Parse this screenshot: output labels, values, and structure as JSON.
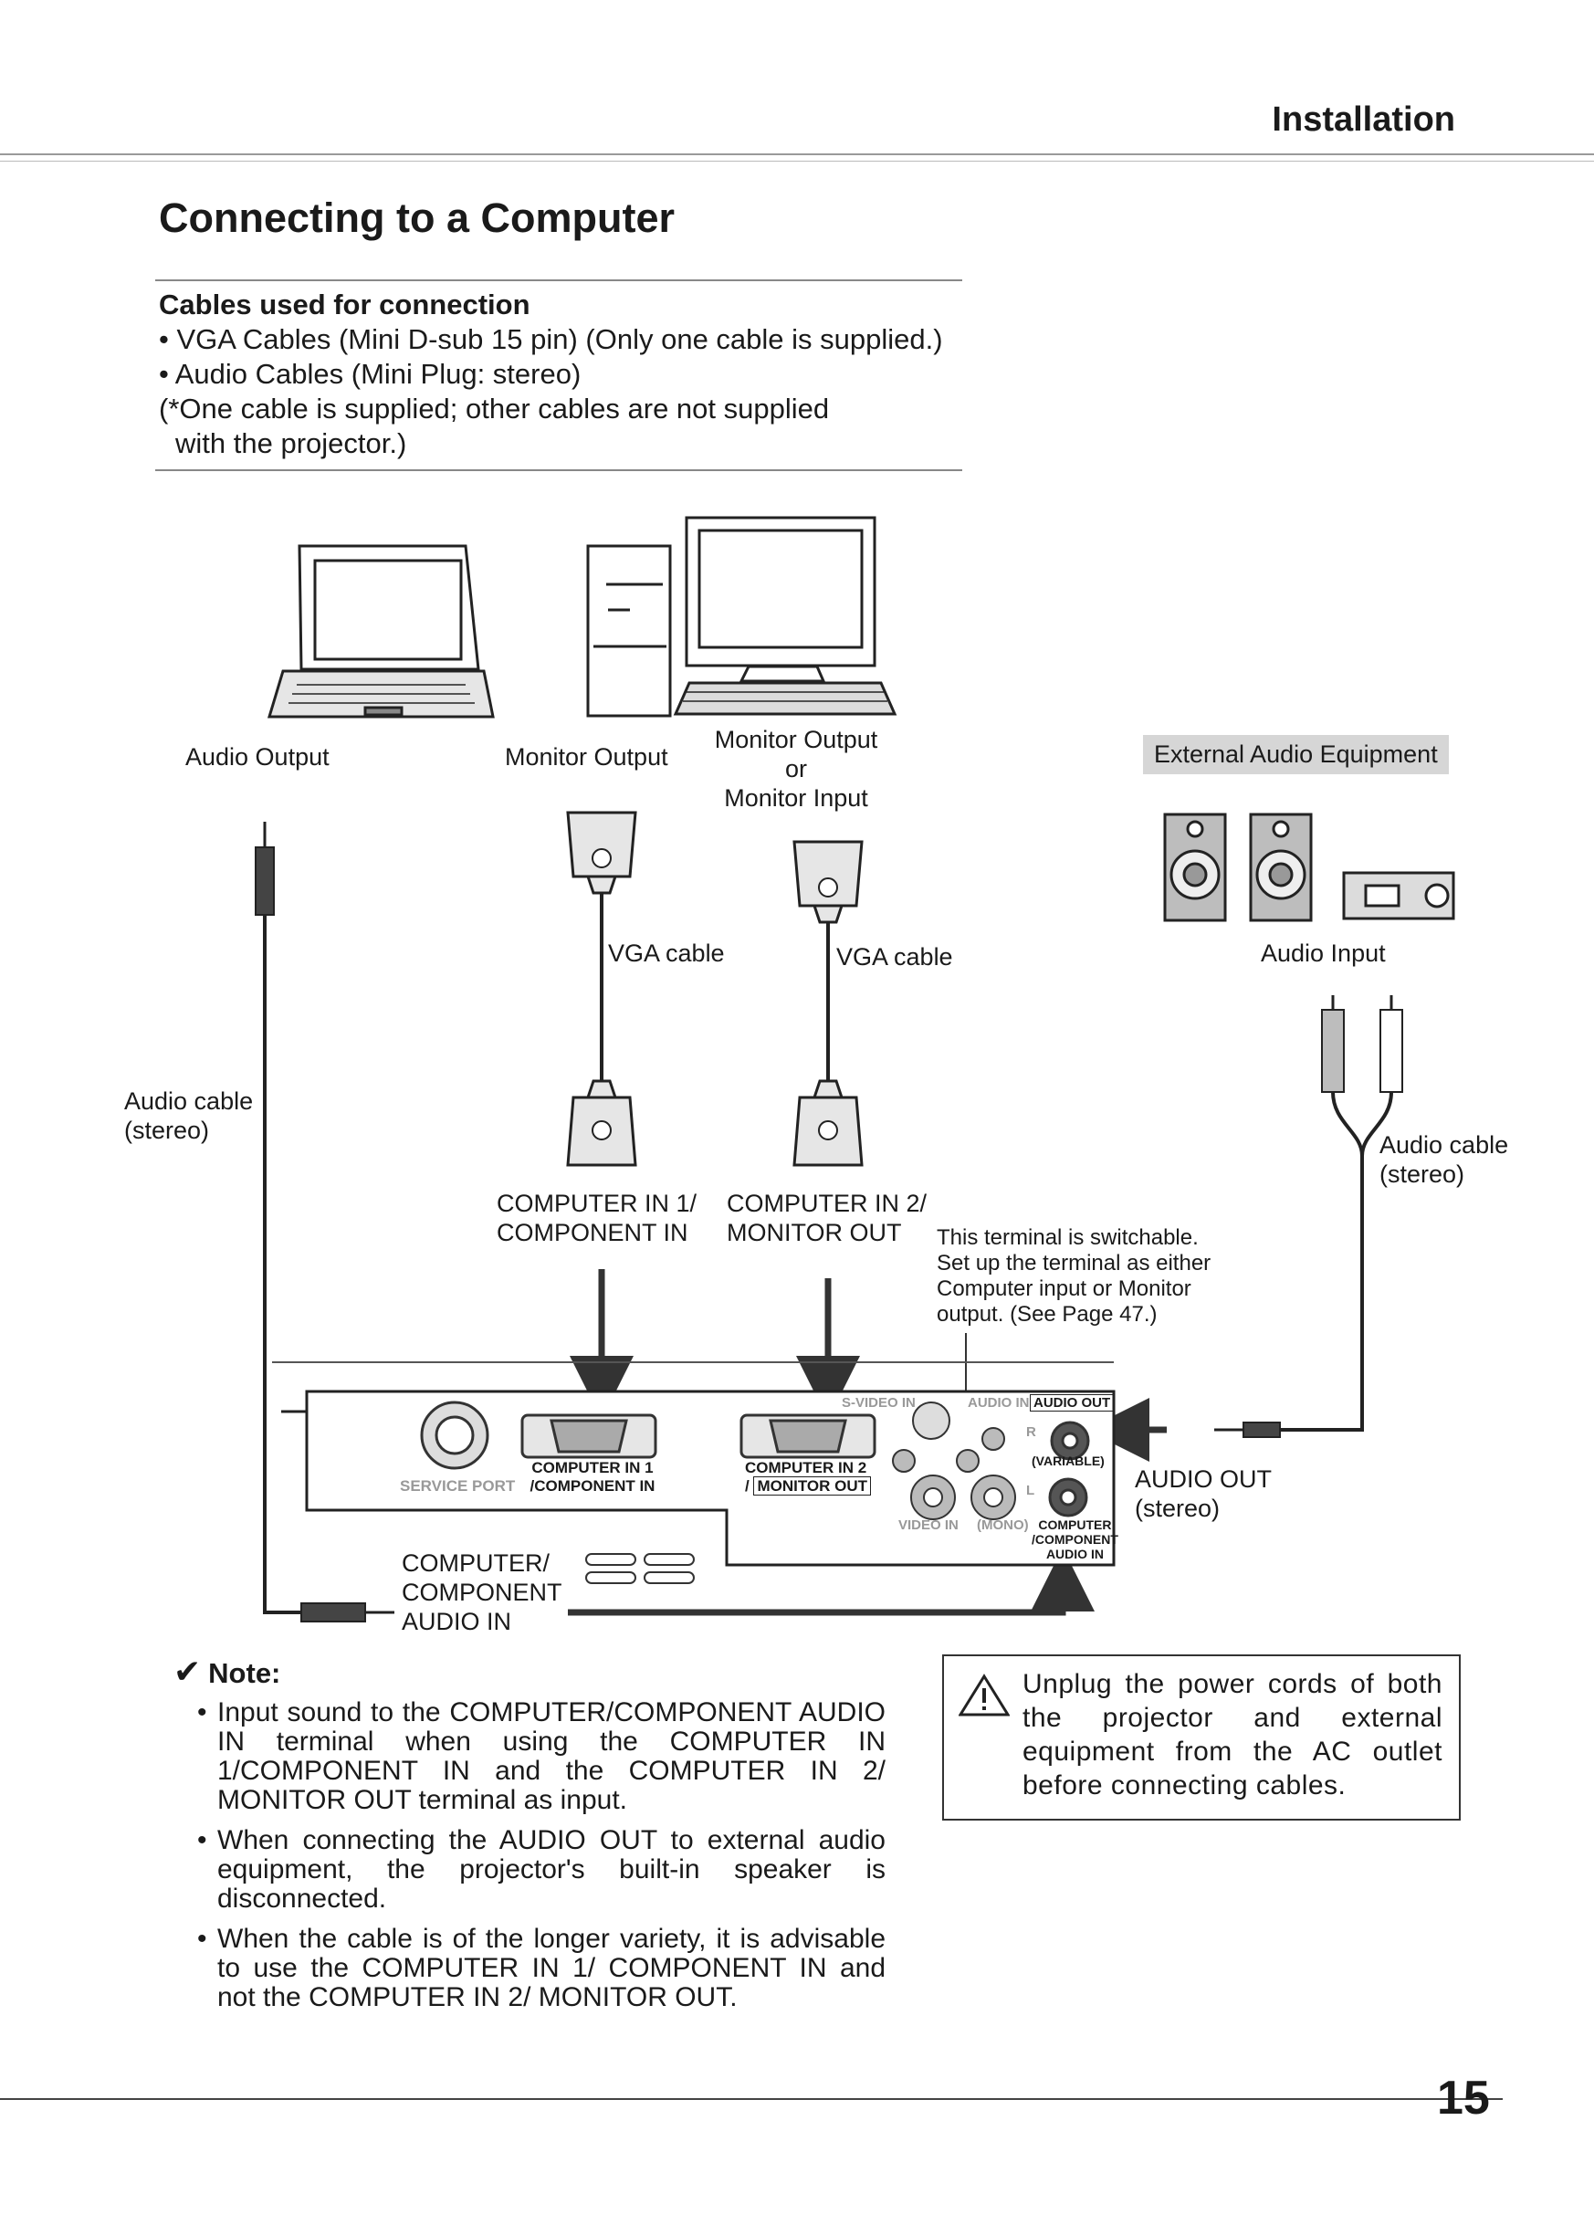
{
  "header": {
    "section": "Installation"
  },
  "title": "Connecting to a Computer",
  "cables": {
    "heading": "Cables used for connection",
    "line1": "• VGA Cables (Mini D-sub 15 pin) (Only one cable is supplied.)",
    "line2": "• Audio Cables (Mini Plug: stereo)",
    "line3": "(*One cable is supplied; other cables are not supplied",
    "line4": "with the projector.)"
  },
  "diagram": {
    "audio_output": "Audio Output",
    "monitor_output": "Monitor Output",
    "monitor_output_or_input": [
      "Monitor Output",
      "or",
      "Monitor Input"
    ],
    "external_audio": "External Audio Equipment",
    "vga_cable_1": "VGA cable",
    "vga_cable_2": "VGA cable",
    "audio_input": "Audio Input",
    "audio_cable_left": [
      "Audio cable",
      "(stereo)"
    ],
    "audio_cable_right": [
      "Audio cable",
      "(stereo)"
    ],
    "computer_in1": [
      "COMPUTER IN 1/",
      "COMPONENT IN"
    ],
    "computer_in2": [
      "COMPUTER IN 2/",
      "MONITOR OUT"
    ],
    "switchable_note": [
      "This terminal is switchable.",
      "Set up the terminal as either",
      "Computer input or Monitor",
      "output. (See Page 47.)"
    ],
    "audio_out": [
      "AUDIO OUT",
      "(stereo)"
    ],
    "computer_component_audio": [
      "COMPUTER/",
      "COMPONENT",
      "AUDIO IN"
    ],
    "panel": {
      "service_port": "SERVICE PORT",
      "computer_in1": [
        "COMPUTER IN 1",
        "/COMPONENT IN"
      ],
      "computer_in2": [
        "COMPUTER IN 2",
        "MONITOR OUT"
      ],
      "s_video_in": "S-VIDEO IN",
      "audio_in": "AUDIO IN",
      "audio_out": "AUDIO OUT",
      "variable": "(VARIABLE)",
      "r": "R",
      "l": "L",
      "video_in": "VIDEO IN",
      "mono": "(MONO)",
      "computer_component_audio_in": [
        "COMPUTER",
        "/COMPONENT",
        "AUDIO IN"
      ]
    }
  },
  "note": {
    "title": "Note:",
    "items": [
      "Input sound to the COMPUTER/COMPONENT AUDIO IN terminal when using the COMPUTER IN 1/COMPONENT IN and the COMPUTER IN 2/ MONITOR OUT terminal as input.",
      "When connecting the AUDIO OUT to external audio equipment, the projector's built-in speaker is disconnected.",
      "When the cable is of the longer variety, it is advisable to use the COMPUTER IN 1/ COMPONENT IN and not the COMPUTER IN 2/ MONITOR OUT."
    ]
  },
  "warning": "Unplug the power cords of both the projector and external equipment from the AC outlet before connecting cables.",
  "page_number": "15"
}
